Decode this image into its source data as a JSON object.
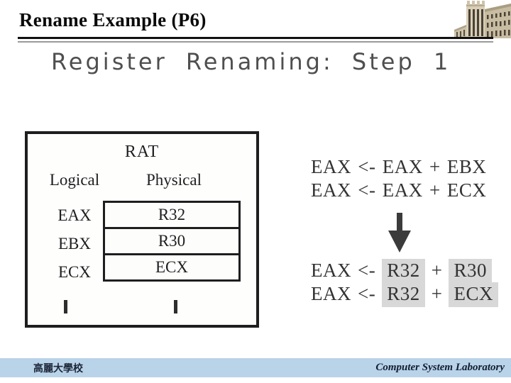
{
  "header": {
    "title": "Rename Example (P6)"
  },
  "scan": {
    "heading": "Register Renaming:  Step 1"
  },
  "rat": {
    "title": "RAT",
    "col_logical": "Logical",
    "col_physical": "Physical",
    "rows": [
      {
        "logical": "EAX",
        "physical": "R32"
      },
      {
        "logical": "EBX",
        "physical": "R30"
      },
      {
        "logical": "ECX",
        "physical": "ECX"
      }
    ]
  },
  "equations": {
    "before": [
      "EAX <- EAX + EBX",
      "EAX <- EAX + ECX"
    ],
    "after": [
      {
        "dest": "EAX",
        "assign": "<-",
        "src1": "R32",
        "op": "+",
        "src2": "R30"
      },
      {
        "dest": "EAX",
        "assign": "<-",
        "src1": "R32",
        "op": "+",
        "src2": "ECX"
      }
    ]
  },
  "footer": {
    "left": "高麗大學校",
    "right": "Computer System Laboratory"
  },
  "colors": {
    "footer_bar": "#b9d3e9",
    "highlight": "#d8d8d8",
    "arrow": "#3b3b3b",
    "heading_gray": "#4f4f4f"
  }
}
